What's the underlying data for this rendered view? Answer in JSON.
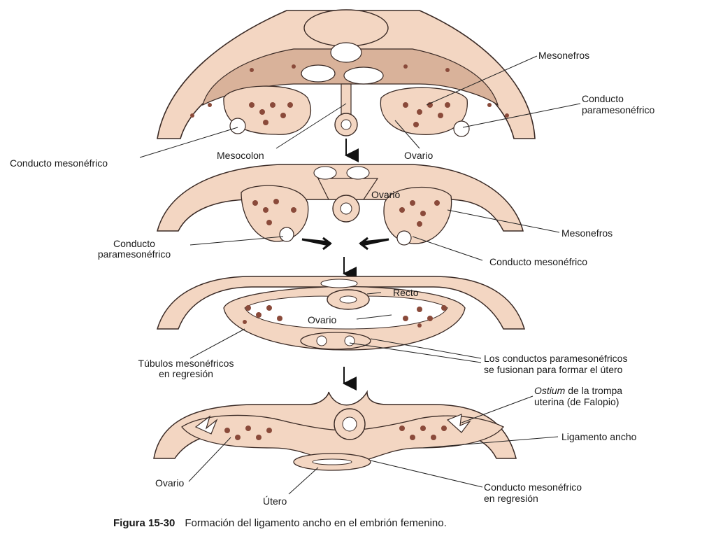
{
  "colors": {
    "tissue": "#f3d6c2",
    "tissue_dark": "#d9b29a",
    "dot": "#8a4a3a",
    "outline": "#3a2a25",
    "arrow": "#111111"
  },
  "panel1": {
    "mesonefros": "Mesonefros",
    "conducto_paramesonefrico_1": "Conducto",
    "conducto_paramesonefrico_2": "paramesonéfrico",
    "conducto_mesonefrico": "Conducto mesonéfrico",
    "mesocolon": "Mesocolon",
    "ovario": "Ovario"
  },
  "panel2": {
    "ovario": "Ovario",
    "conducto_paramesonefrico_1": "Conducto",
    "conducto_paramesonefrico_2": "paramesonéfrico",
    "mesonefros": "Mesonefros",
    "conducto_mesonefrico": "Conducto mesonéfrico"
  },
  "panel3": {
    "recto": "Recto",
    "ovario": "Ovario",
    "tubulos_1": "Túbulos mesonéfricos",
    "tubulos_2": "en regresión",
    "fusion_1": "Los conductos paramesonéfricos",
    "fusion_2": "se fusionan para formar el útero"
  },
  "panel4": {
    "ostium_italic": "Ostium",
    "ostium_rest": " de la trompa",
    "ostium_2": "uterina (de Falopio)",
    "ligamento_ancho": "Ligamento ancho",
    "ovario": "Ovario",
    "utero": "Útero",
    "regresion_1": "Conducto mesonéfrico",
    "regresion_2": "en regresión"
  },
  "caption": {
    "figure": "Figura 15-30",
    "text": "Formación del ligamento ancho en el embrión femenino."
  }
}
